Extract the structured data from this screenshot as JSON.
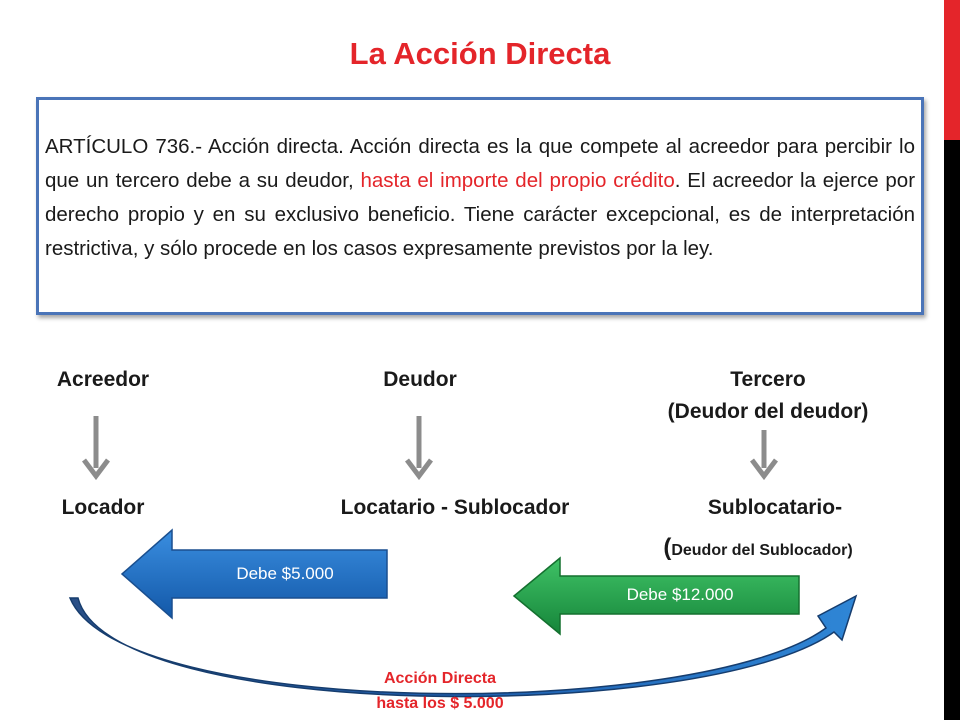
{
  "title": "La Acción Directa",
  "article": {
    "part1": "ARTÍCULO 736.- Acción directa. Acción directa es la que compete al acreedor para percibir lo que un tercero debe a su deudor, ",
    "part2_highlight": "hasta el importe del propio crédito",
    "part3": ". El acreedor la ejerce por derecho propio y en su exclusivo beneficio. Tiene carácter excepcional, es de interpretación restrictiva, y sólo procede en los casos expresamente previstos por la ley."
  },
  "roles": {
    "acreedor": "Acreedor",
    "deudor": "Deudor",
    "tercero": "Tercero",
    "tercero_sub": "(Deudor del deudor)"
  },
  "parties": {
    "locador": "Locador",
    "locatario": "Locatario - Sublocador",
    "sublocatario": "Sublocatario-",
    "sublocatario_paren_open": "(",
    "sublocatario_sub": "Deudor del Sublocador",
    "sublocatario_paren_close": ")"
  },
  "debts": {
    "blue": "Debe $5.000",
    "green": "Debe $12.000"
  },
  "accion": {
    "line1": "Acción  Directa",
    "line2": "hasta los $ 5.000"
  },
  "colors": {
    "title_red": "#e4252a",
    "box_border": "#4a74b8",
    "blue_arrow": "#1f6fbf",
    "green_arrow": "#22a14a",
    "curve_blue": "#1f5fae"
  }
}
